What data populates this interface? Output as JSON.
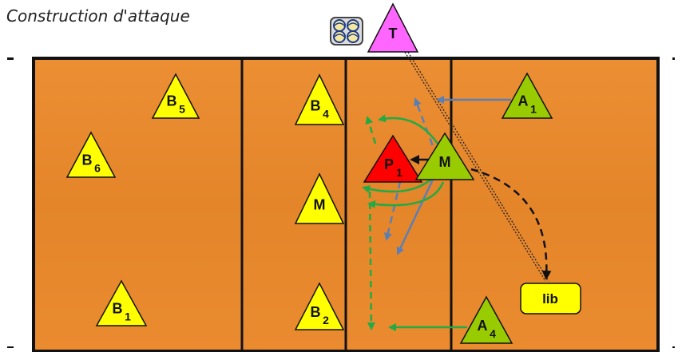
{
  "title": "Construction d'attaque",
  "colors": {
    "court": "#e98a2e",
    "court_line": "#111111",
    "player_blue_team": "#ffff00",
    "player_green_team": "#99cc00",
    "player_red": "#ff0000",
    "coach": "#ff66ff",
    "arrow_blue": "#5b7fb5",
    "arrow_green": "#22aa44",
    "arrow_black": "#111111"
  },
  "players": [
    {
      "id": "B5",
      "main": "B",
      "sub": "5",
      "color": "player_blue_team"
    },
    {
      "id": "B6",
      "main": "B",
      "sub": "6",
      "color": "player_blue_team"
    },
    {
      "id": "B1",
      "main": "B",
      "sub": "1",
      "color": "player_blue_team"
    },
    {
      "id": "B4",
      "main": "B",
      "sub": "4",
      "color": "player_blue_team"
    },
    {
      "id": "Mleft",
      "main": "M",
      "sub": "",
      "color": "player_blue_team"
    },
    {
      "id": "B2",
      "main": "B",
      "sub": "2",
      "color": "player_blue_team"
    },
    {
      "id": "P1",
      "main": "P",
      "sub": "1",
      "color": "player_red"
    },
    {
      "id": "Mright",
      "main": "M",
      "sub": "",
      "color": "player_green_team"
    },
    {
      "id": "A1",
      "main": "A",
      "sub": "1",
      "color": "player_green_team"
    },
    {
      "id": "A4",
      "main": "A",
      "sub": "4",
      "color": "player_green_team"
    },
    {
      "id": "T",
      "main": "T",
      "sub": "",
      "color": "coach"
    }
  ],
  "lib_label": "lib",
  "ball_icon": "volleyball-basket-icon"
}
